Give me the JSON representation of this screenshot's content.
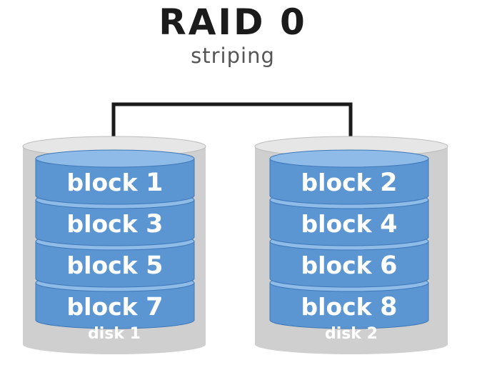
{
  "title": "RAID 0",
  "subtitle": "striping",
  "disks": [
    {
      "label": "disk 1",
      "blocks": [
        {
          "word": "block",
          "num": "1"
        },
        {
          "word": "block",
          "num": "3"
        },
        {
          "word": "block",
          "num": "5"
        },
        {
          "word": "block",
          "num": "7"
        }
      ]
    },
    {
      "label": "disk 2",
      "blocks": [
        {
          "word": "block",
          "num": "2"
        },
        {
          "word": "block",
          "num": "4"
        },
        {
          "word": "block",
          "num": "6"
        },
        {
          "word": "block",
          "num": "8"
        }
      ]
    }
  ],
  "colors": {
    "block_fill": "#5b95d2",
    "block_top": "#8ebbe8",
    "block_edge": "#3f78b8",
    "disk_body": "#cfcfcf",
    "disk_top": "#e6e6e6",
    "connector": "#1b1b1b"
  }
}
